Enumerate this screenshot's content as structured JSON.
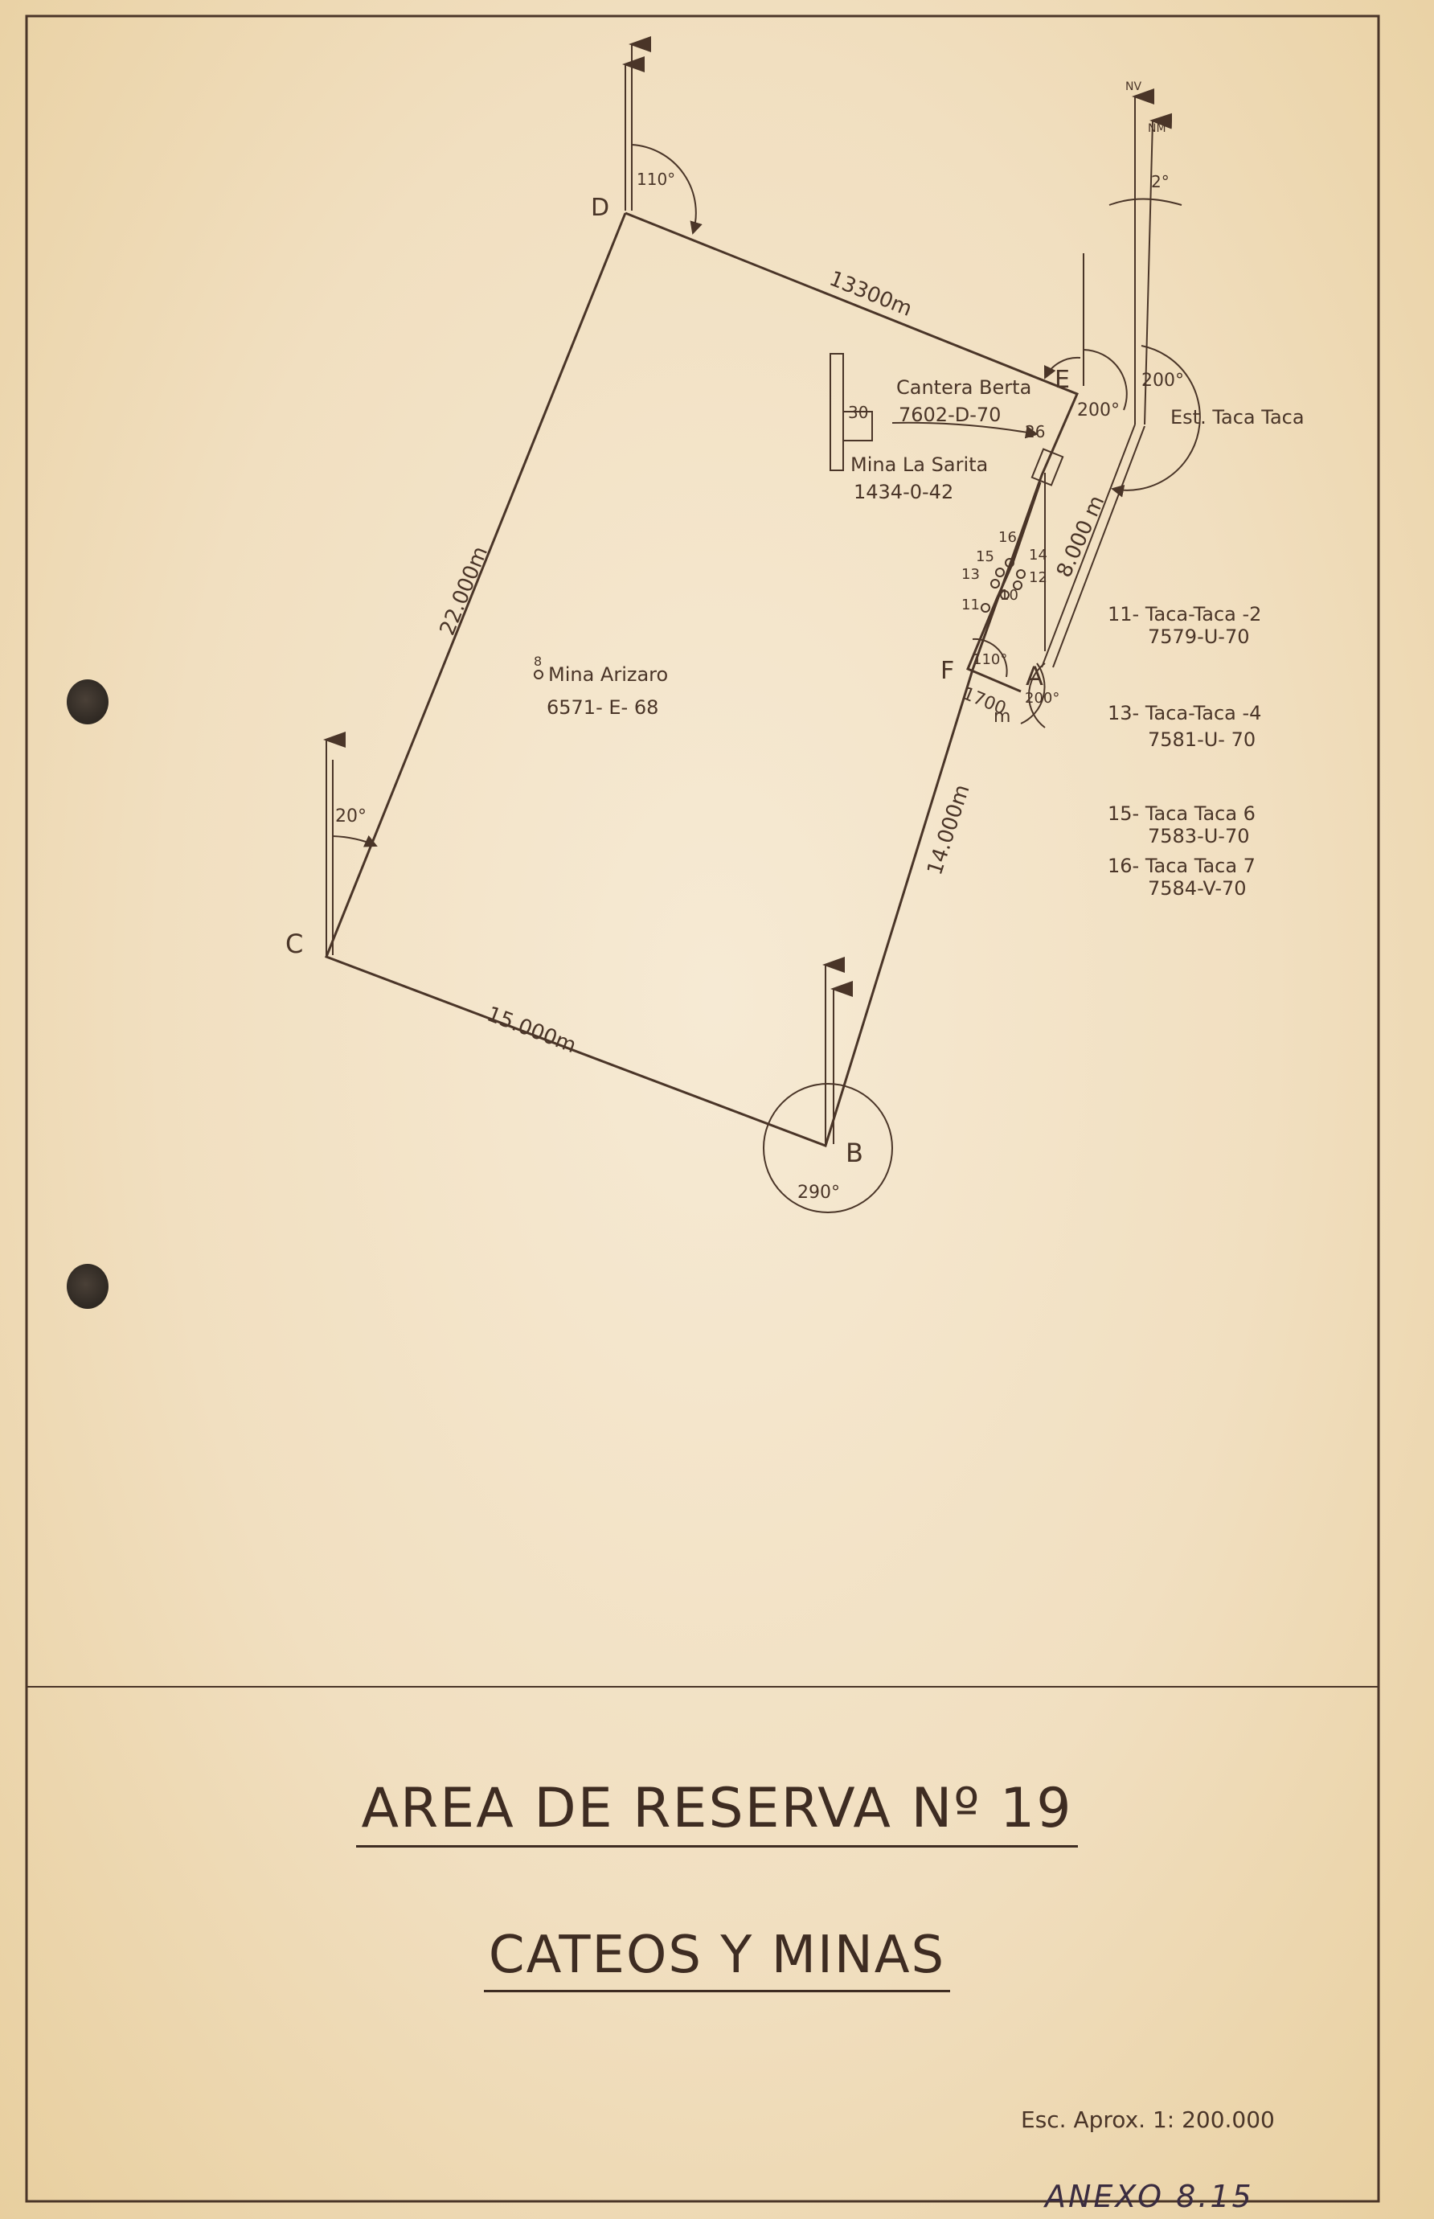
{
  "vertices": {
    "D": "D",
    "E": "E",
    "C": "C",
    "B": "B",
    "A": "A",
    "F": "F"
  },
  "angles": {
    "d": "110°",
    "e": "200°",
    "c": "20°",
    "b": "290°",
    "a": "200°",
    "f": "110°",
    "station": "200°",
    "declination": "2°"
  },
  "distances": {
    "de": "13300m",
    "dc": "22.000m",
    "cb": "15.000m",
    "ba": "14.000m",
    "fa_top": "1700",
    "fa_bottom": "m",
    "ae": "8.000 m"
  },
  "north": {
    "nv": "NV",
    "nm": "NM"
  },
  "station": {
    "label": "Est. Taca Taca"
  },
  "claims": {
    "cantera_berta": "Cantera Berta",
    "cantera_berta_code": "7602-D-70",
    "mina_la_sarita": "Mina La Sarita",
    "mina_la_sarita_code": "1434-0-42",
    "mina_arizaro_num": "8",
    "mina_arizaro": "Mina Arizaro",
    "mina_arizaro_code": "6571- E- 68",
    "n30": "30",
    "n26": "26",
    "n16": "16",
    "n15": "15",
    "n14": "14",
    "n13": "13",
    "n12": "12",
    "n10": "10",
    "n11": "11"
  },
  "legend": [
    {
      "label": "11-  Taca-Taca -2",
      "code": "7579-U-70"
    },
    {
      "label": "13-  Taca-Taca -4",
      "code": "7581-U- 70"
    },
    {
      "label": "15-  Taca Taca 6",
      "code": "7583-U-70"
    },
    {
      "label": "16- Taca Taca  7",
      "code": "7584-V-70"
    }
  ],
  "title": "AREA DE RESERVA Nº 19",
  "subtitle": "CATEOS Y MINAS",
  "scale": "Esc. Aprox. 1: 200.000",
  "annex": "ANEXO 8.15"
}
